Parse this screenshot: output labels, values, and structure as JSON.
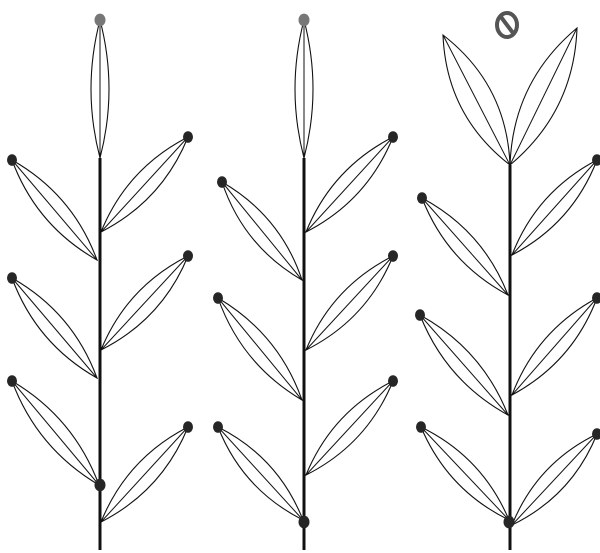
{
  "colors": {
    "background": "#ffffff",
    "line": "#111111",
    "node": "#262626",
    "apex_node": "#777777",
    "prohibit_symbol": "#555555"
  },
  "figure": {
    "plants": [
      {
        "id": "plant-1",
        "apex": "single-terminal-leaflet",
        "leaf_pairs": 3,
        "lowest_node_marked": true
      },
      {
        "id": "plant-2",
        "apex": "single-terminal-leaflet",
        "leaf_pairs": 3,
        "lowest_node_marked": true
      },
      {
        "id": "plant-3",
        "apex": "paired-apical-leaves",
        "leaf_pairs": 3,
        "lowest_node_marked": true,
        "marker_icon": "prohibited-sign-icon"
      }
    ]
  }
}
